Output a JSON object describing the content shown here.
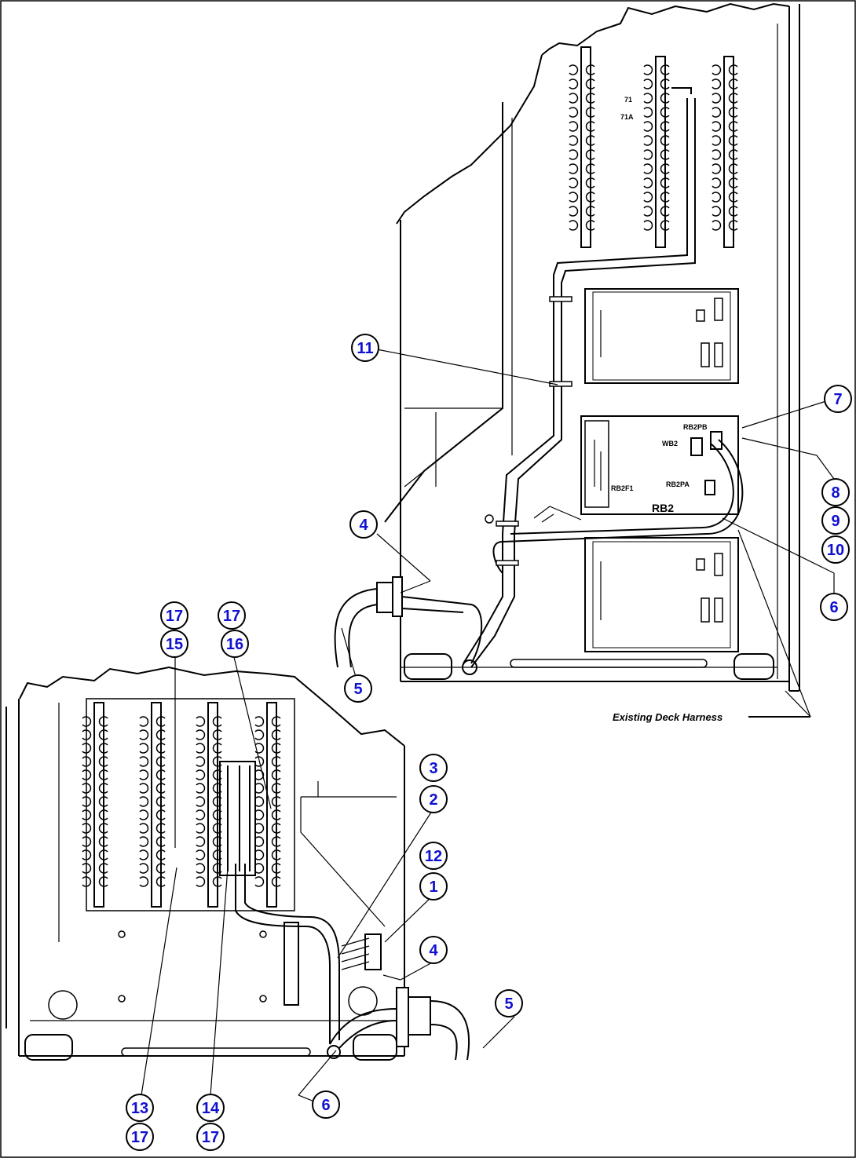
{
  "figure": {
    "harness_label": "Existing Deck Harness",
    "component_labels": {
      "rb2": "RB2",
      "rb2_f1": "RB2F1",
      "rb2_pb": "RB2PB",
      "wb2": "WB2",
      "rb2_pa": "RB2PA",
      "t_a": "71A",
      "t_b": "71"
    }
  },
  "callouts": [
    {
      "id": "c-11",
      "number": "11"
    },
    {
      "id": "c-7",
      "number": "7"
    },
    {
      "id": "c-8",
      "number": "8"
    },
    {
      "id": "c-9",
      "number": "9"
    },
    {
      "id": "c-10",
      "number": "10"
    },
    {
      "id": "c-6a",
      "number": "6"
    },
    {
      "id": "c-4a",
      "number": "4"
    },
    {
      "id": "c-5a",
      "number": "5"
    },
    {
      "id": "c-17a",
      "number": "17"
    },
    {
      "id": "c-15",
      "number": "15"
    },
    {
      "id": "c-17b",
      "number": "17"
    },
    {
      "id": "c-16",
      "number": "16"
    },
    {
      "id": "c-3",
      "number": "3"
    },
    {
      "id": "c-2",
      "number": "2"
    },
    {
      "id": "c-12",
      "number": "12"
    },
    {
      "id": "c-1",
      "number": "1"
    },
    {
      "id": "c-4b",
      "number": "4"
    },
    {
      "id": "c-5b",
      "number": "5"
    },
    {
      "id": "c-6b",
      "number": "6"
    },
    {
      "id": "c-13",
      "number": "13"
    },
    {
      "id": "c-17c",
      "number": "17"
    },
    {
      "id": "c-14",
      "number": "14"
    },
    {
      "id": "c-17d",
      "number": "17"
    }
  ]
}
